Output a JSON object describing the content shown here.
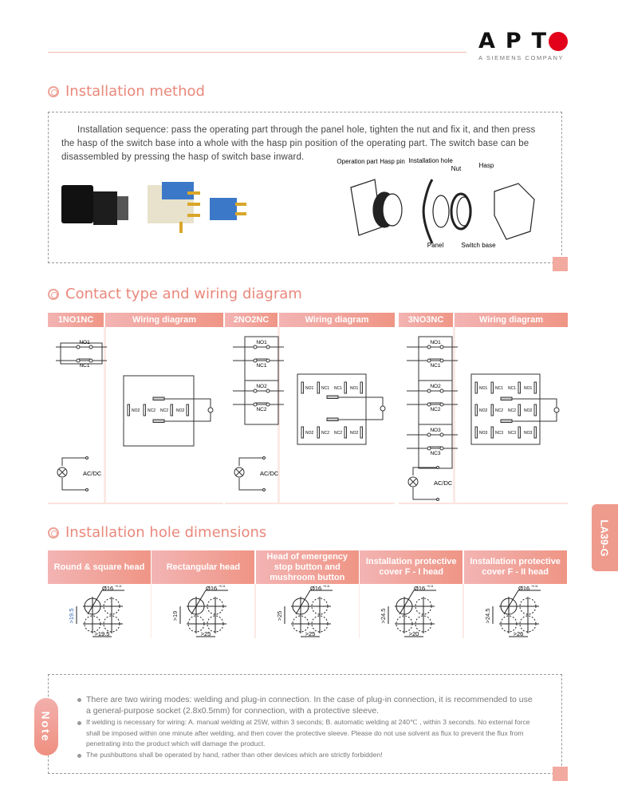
{
  "brand": {
    "name": "APT",
    "tagline": "A SIEMENS COMPANY",
    "side_tab": "LA39-G",
    "accent": "#ee9a8c",
    "logo_red": "#e2001a"
  },
  "installation": {
    "title": "Installation method",
    "text": "Installation sequence: pass the operating part through the panel hole, tighten the nut and fix it, and then press the hasp of the switch base into a whole with the hasp pin position of the operating part. The switch base can be disassembled by pressing the hasp of switch base inward.",
    "labels": {
      "operation_part": "Operation part",
      "hasp_pin": "Hasp pin",
      "installation_hole": "Installation hole",
      "nut": "Nut",
      "hasp": "Hasp",
      "panel": "Panel",
      "switch_base": "Switch base"
    }
  },
  "contacts": {
    "title": "Contact type and wiring diagram",
    "supply": "AC/DC",
    "groups": [
      {
        "type": "1NO1NC",
        "header": "Wiring diagram",
        "pairs": [
          [
            "NO1",
            "NC1"
          ]
        ],
        "wiring_rows": [
          [
            "NO2",
            "NC2",
            "NC2",
            "NO2"
          ]
        ]
      },
      {
        "type": "2NO2NC",
        "header": "Wiring diagram",
        "pairs": [
          [
            "NO1",
            "NC1"
          ],
          [
            "NO2",
            "NC2"
          ]
        ],
        "wiring_rows": [
          [
            "NO1",
            "NC1",
            "NC1",
            "NO1"
          ],
          [
            "NO2",
            "NC2",
            "NC2",
            "NO2"
          ]
        ]
      },
      {
        "type": "3NO3NC",
        "header": "Wiring diagram",
        "pairs": [
          [
            "NO1",
            "NC1"
          ],
          [
            "NO2",
            "NC2"
          ],
          [
            "NO3",
            "NC3"
          ]
        ],
        "wiring_rows": [
          [
            "NO1",
            "NC1",
            "NC1",
            "NO1"
          ],
          [
            "NO2",
            "NC2",
            "NC2",
            "NO2"
          ],
          [
            "NO3",
            "NC3",
            "NC3",
            "NO3"
          ]
        ]
      }
    ]
  },
  "holes": {
    "title": "Installation hole dimensions",
    "columns": [
      {
        "header": "Round & square head",
        "diameter": "Ø16",
        "tol": "+0.11",
        "v": ">19.5",
        "h": ">19.5"
      },
      {
        "header": "Rectangular head",
        "diameter": "Ø16",
        "tol": "+0.11",
        "v": ">19",
        "h": ">25"
      },
      {
        "header": "Head of emergency stop button and mushroom button",
        "diameter": "Ø16",
        "tol": "+0.11",
        "v": ">25",
        "h": ">25"
      },
      {
        "header": "Installation protective cover F - I head",
        "diameter": "Ø16",
        "tol": "+0.11",
        "v": ">24.5",
        "h": ">20"
      },
      {
        "header": "Installation protective cover F - II head",
        "diameter": "Ø16",
        "tol": "+0.11",
        "v": ">24.5",
        "h": ">26"
      }
    ]
  },
  "note": {
    "label": "Note",
    "items": [
      "There are two wiring modes: welding and plug-in connection. In the case of plug-in connection, it is recommended to use a general-purpose socket (2.8x0.5mm) for connection, with a protective sleeve.",
      "If welding is necessary for wiring: A. manual welding at 25W, within 3 seconds; B. automatic welding at 240℃ , within 3 seconds. No external force shall be imposed within one minute after welding, and then cover the protective sleeve. Please do not use solvent as flux to prevent the flux from penetrating into the product which will damage the product.",
      "The pushbuttons shall be operated by hand, rather than other devices which are strictly forbidden!"
    ]
  }
}
